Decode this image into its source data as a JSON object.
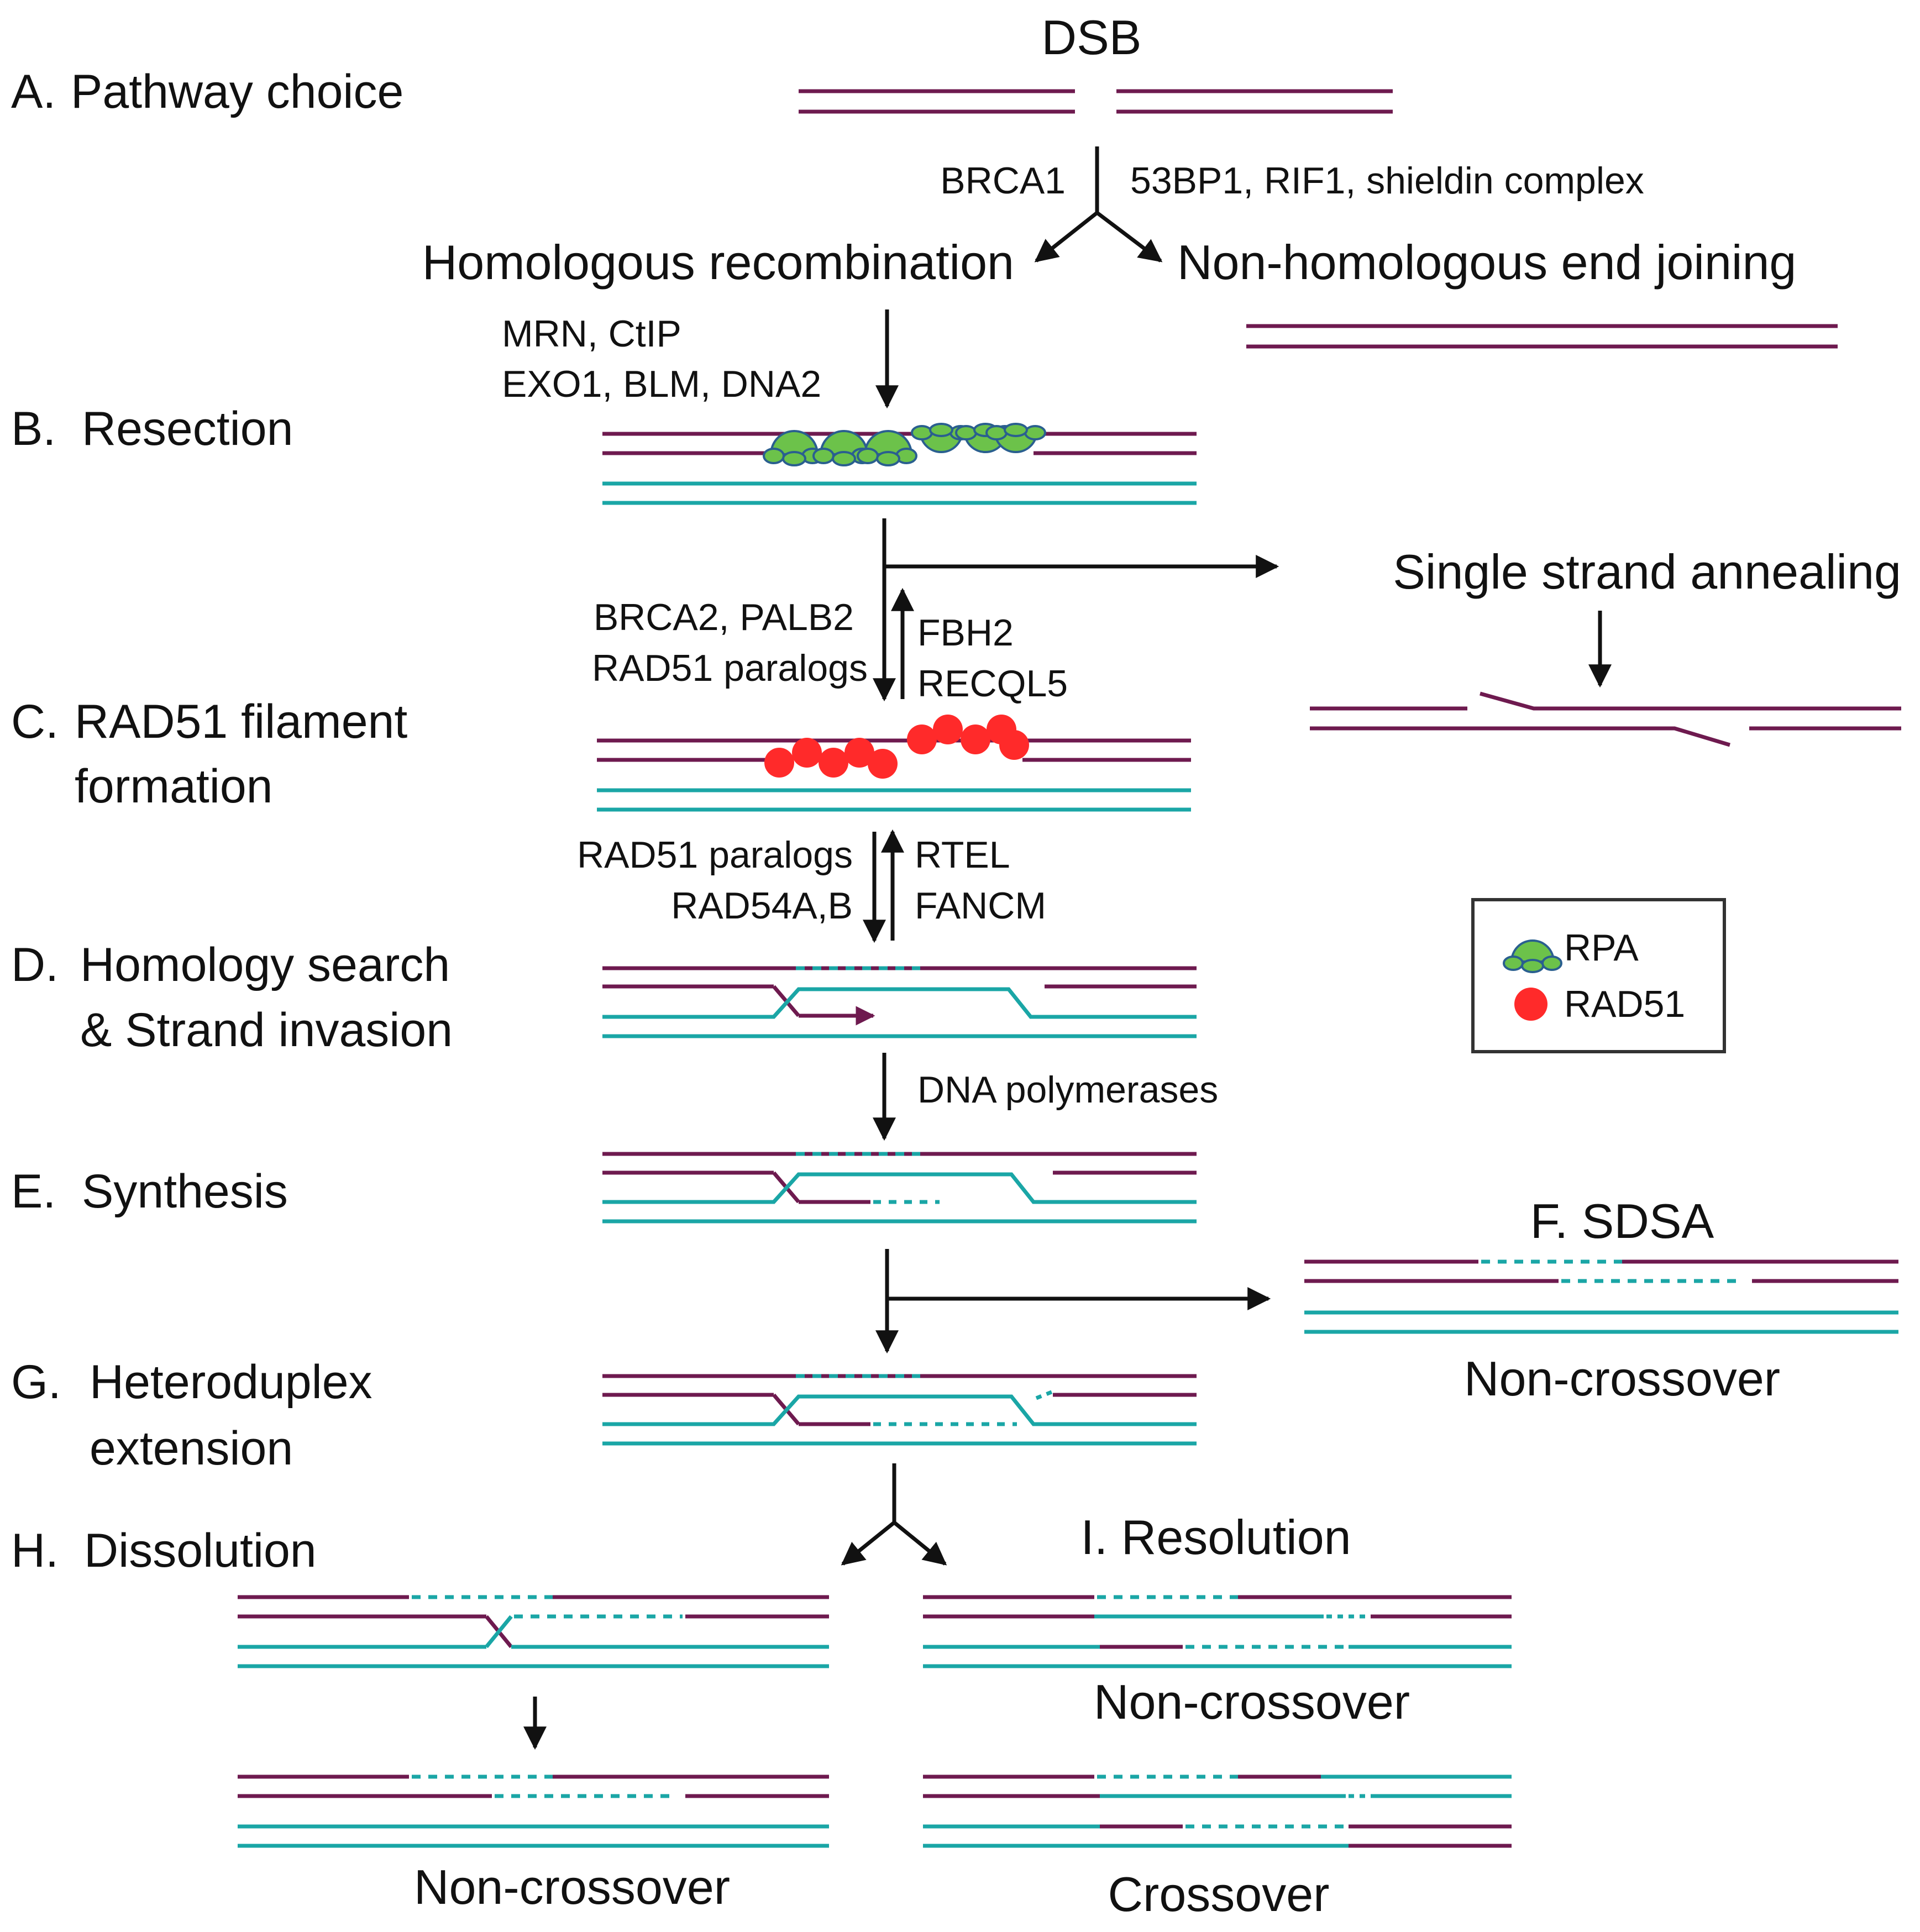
{
  "title": "DSB",
  "colors": {
    "broken_strand": "#6e1a4f",
    "template_strand": "#1aa6a6",
    "rpa_fill": "#6cc24a",
    "rpa_stroke": "#2a5f8f",
    "rad51_fill": "#ff2a2a",
    "arrow": "#111111"
  },
  "steps": {
    "a": [
      "A.",
      "Pathway choice"
    ],
    "b": [
      "B.",
      "Resection"
    ],
    "c": [
      "C.",
      "RAD51 filament",
      "formation"
    ],
    "d": [
      "D.",
      "Homology search",
      "& Strand invasion"
    ],
    "e": [
      "E.",
      "Synthesis"
    ],
    "g": [
      "G.",
      "Heteroduplex",
      "extension"
    ],
    "h": [
      "H.",
      "Dissolution"
    ],
    "i": "I. Resolution",
    "f": "F. SDSA"
  },
  "pathways": {
    "hr": "Homologous recombination",
    "nhej": "Non-homologous end joining",
    "ssa": "Single strand annealing"
  },
  "factors": {
    "brca1": "BRCA1",
    "nhej": "53BP1, RIF1, shieldin complex",
    "res1": "MRN, CtIP",
    "res2": "EXO1, BLM, DNA2",
    "fil1": "BRCA2, PALB2",
    "fil2": "RAD51 paralogs",
    "anti1a": "FBH2",
    "anti1b": "RECQL5",
    "inv1": "RAD51 paralogs",
    "inv2": "RAD54A,B",
    "anti2a": "RTEL",
    "anti2b": "FANCM",
    "pol": "DNA polymerases"
  },
  "outcomes": {
    "sdsa": "Non-crossover",
    "diss": "Non-crossover",
    "res_nc": "Non-crossover",
    "res_co": "Crossover"
  },
  "legend": {
    "rpa_icon": "rpa-trimer-icon",
    "rpa": "RPA",
    "rad51_icon": "rad51-dot-icon",
    "rad51": "RAD51"
  }
}
